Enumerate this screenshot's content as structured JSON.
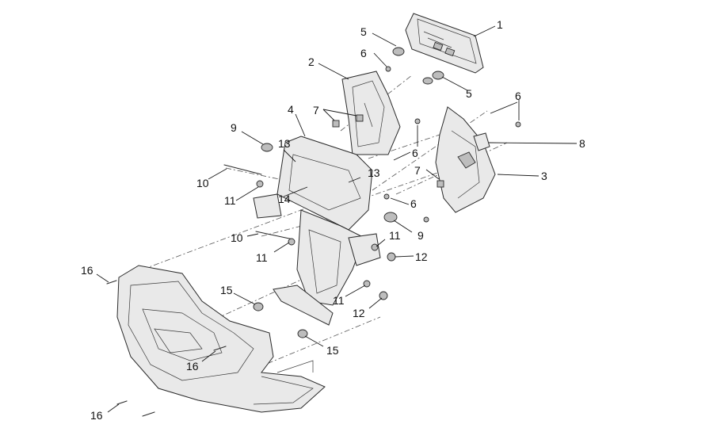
{
  "callouts": [
    {
      "id": "c1",
      "text": "1"
    },
    {
      "id": "c2",
      "text": "2"
    },
    {
      "id": "c3",
      "text": "3"
    },
    {
      "id": "c4",
      "text": "4"
    },
    {
      "id": "c5a",
      "text": "5"
    },
    {
      "id": "c5b",
      "text": "5"
    },
    {
      "id": "c6a",
      "text": "6"
    },
    {
      "id": "c6b",
      "text": "6"
    },
    {
      "id": "c6c",
      "text": "6"
    },
    {
      "id": "c6d",
      "text": "6"
    },
    {
      "id": "c7a",
      "text": "7"
    },
    {
      "id": "c7b",
      "text": "7"
    },
    {
      "id": "c8",
      "text": "8"
    },
    {
      "id": "c9a",
      "text": "9"
    },
    {
      "id": "c9b",
      "text": "9"
    },
    {
      "id": "c10a",
      "text": "10"
    },
    {
      "id": "c10b",
      "text": "10"
    },
    {
      "id": "c11a",
      "text": "11"
    },
    {
      "id": "c11b",
      "text": "11"
    },
    {
      "id": "c11c",
      "text": "11"
    },
    {
      "id": "c11d",
      "text": "11"
    },
    {
      "id": "c12a",
      "text": "12"
    },
    {
      "id": "c12b",
      "text": "12"
    },
    {
      "id": "c13a",
      "text": "13"
    },
    {
      "id": "c13b",
      "text": "13"
    },
    {
      "id": "c14",
      "text": "14"
    },
    {
      "id": "c15a",
      "text": "15"
    },
    {
      "id": "c15b",
      "text": "15"
    },
    {
      "id": "c16a",
      "text": "16"
    },
    {
      "id": "c16b",
      "text": "16"
    },
    {
      "id": "c16c",
      "text": "16"
    }
  ]
}
